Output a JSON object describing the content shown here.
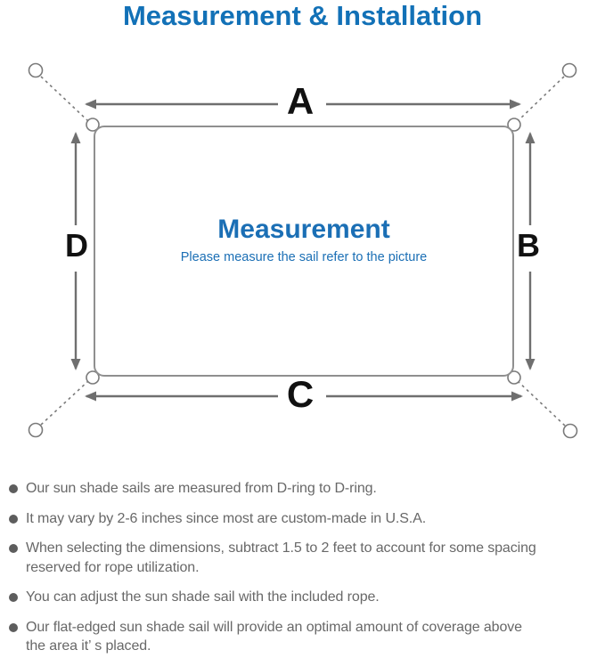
{
  "title": "Measurement & Installation",
  "diagram": {
    "side_labels": {
      "top": "A",
      "right": "B",
      "bottom": "C",
      "left": "D"
    },
    "center": {
      "heading": "Measurement",
      "subheading": "Please measure the sail refer to the picture"
    }
  },
  "notes": [
    {
      "lines": [
        "Our sun shade sails are measured from D-ring to D-ring."
      ]
    },
    {
      "lines": [
        "It may vary by 2-6 inches since most are custom-made in U.S.A."
      ]
    },
    {
      "lines": [
        "When selecting the dimensions, subtract 1.5 to 2 feet to account for some spacing",
        "reserved for rope utilization."
      ]
    },
    {
      "lines": [
        "You can adjust the sun shade sail with the included rope."
      ]
    },
    {
      "lines": [
        "Our flat-edged sun shade sail will provide an optimal amount of coverage above",
        "the area it’ s placed."
      ]
    }
  ],
  "colors": {
    "accent_blue": "#1271b7",
    "center_text_blue": "#1b6fb5",
    "body_text_gray": "#686868",
    "bullet_dot_gray": "#5d5d5d",
    "sail_outline_gray": "#8f8f8f",
    "arrow_gray": "#6f6f6f",
    "dimension_label_black": "#111111",
    "background": "#ffffff"
  }
}
